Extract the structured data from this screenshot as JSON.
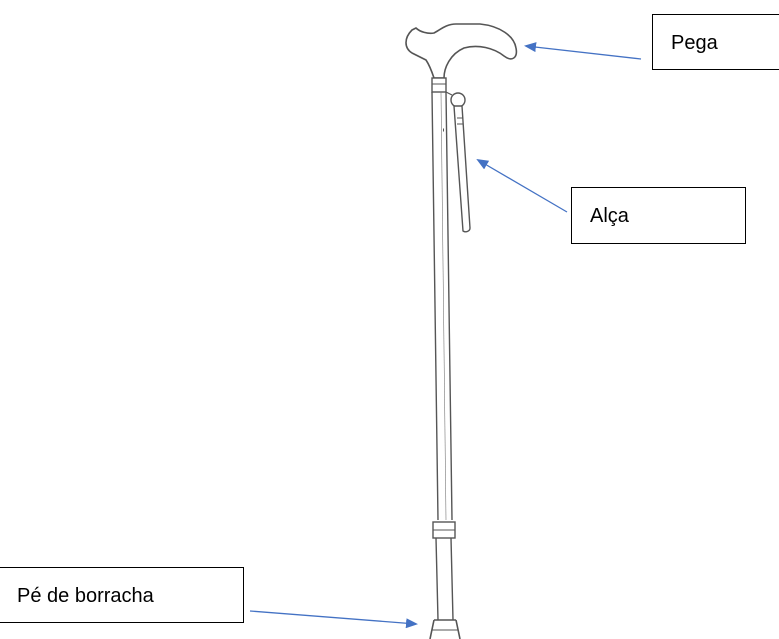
{
  "labels": {
    "handle": "Pega",
    "strap": "Alça",
    "rubber_tip": "Pé de borracha"
  },
  "colors": {
    "arrow": "#4472c4",
    "outline": "#555555",
    "box_border": "#000000"
  }
}
